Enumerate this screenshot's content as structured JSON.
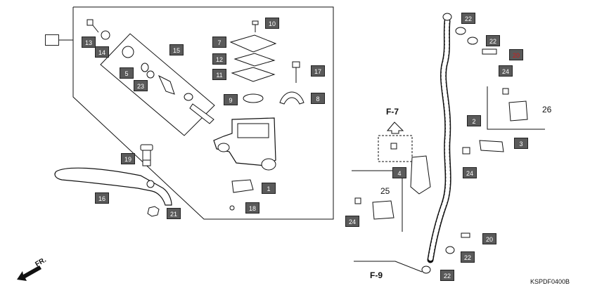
{
  "parts": {
    "p1": "1",
    "p2": "2",
    "p3": "3",
    "p4": "4",
    "p5": "5",
    "p7": "7",
    "p8": "8",
    "p9": "9",
    "p10": "10",
    "p11": "11",
    "p12": "12",
    "p13": "13",
    "p14": "14",
    "p15": "15",
    "p16": "16",
    "p17": "17",
    "p18": "18",
    "p19": "19",
    "p20a": "20",
    "p20b": "20",
    "p21": "21",
    "p22a": "22",
    "p22b": "22",
    "p22c": "22",
    "p22d": "22",
    "p23": "23",
    "p24a": "24",
    "p24b": "24",
    "p24c": "24",
    "p25": "25",
    "p26": "26"
  },
  "sections": {
    "f7": "F-7",
    "f9": "F-9"
  },
  "direction": "FR.",
  "diagram_code": "KSPDF0400B",
  "colors": {
    "tag_fill": "#5a5a5a",
    "tag_text": "#ffffff",
    "highlight_text": "#d21a1a",
    "line": "#111111"
  }
}
